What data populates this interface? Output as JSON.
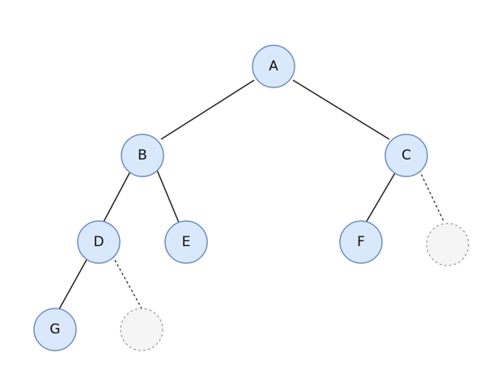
{
  "diagram": {
    "type": "binary-tree",
    "colors": {
      "node_fill": "#dae8fc",
      "node_stroke": "#6c8ebf",
      "empty_fill": "#f5f5f5",
      "empty_stroke": "#9a9a9a",
      "edge": "#1f1f1f"
    },
    "nodes": {
      "a": {
        "label": "A"
      },
      "b": {
        "label": "B"
      },
      "c": {
        "label": "C"
      },
      "d": {
        "label": "D"
      },
      "e": {
        "label": "E"
      },
      "f": {
        "label": "F"
      },
      "g": {
        "label": "G"
      }
    },
    "edges": [
      {
        "from": "A",
        "to": "B",
        "style": "solid"
      },
      {
        "from": "A",
        "to": "C",
        "style": "solid"
      },
      {
        "from": "B",
        "to": "D",
        "style": "solid"
      },
      {
        "from": "B",
        "to": "E",
        "style": "solid"
      },
      {
        "from": "C",
        "to": "F",
        "style": "solid"
      },
      {
        "from": "C",
        "to": "empty",
        "style": "dashed"
      },
      {
        "from": "D",
        "to": "G",
        "style": "solid"
      },
      {
        "from": "D",
        "to": "empty",
        "style": "dashed"
      }
    ]
  }
}
